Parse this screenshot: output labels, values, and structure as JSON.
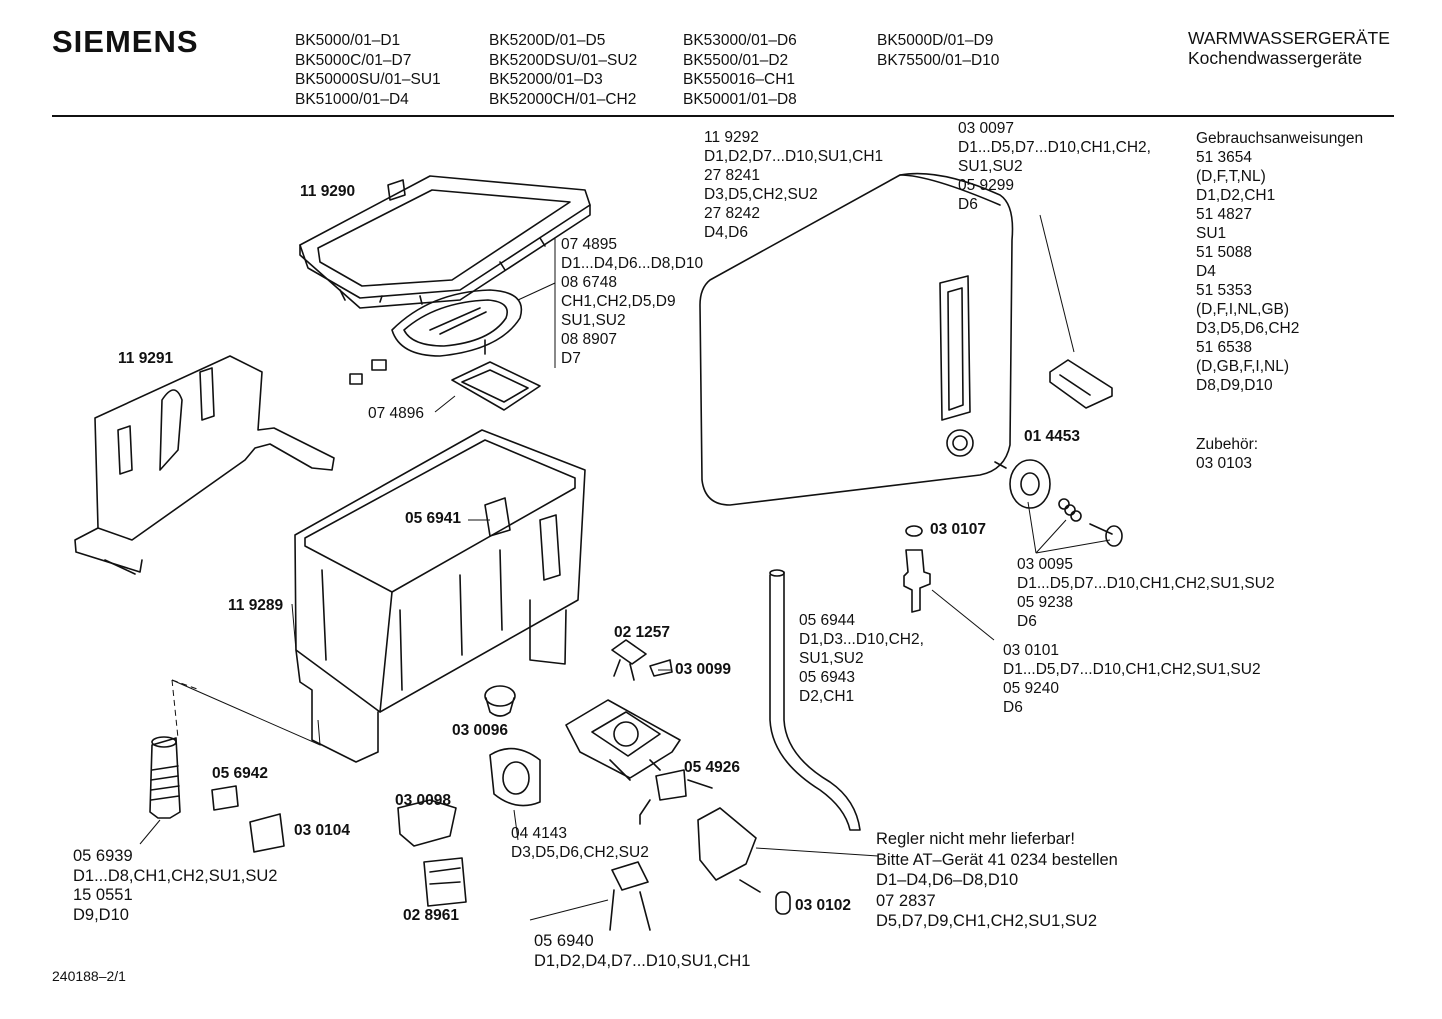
{
  "header": {
    "brand": "SIEMENS",
    "model_columns": [
      [
        "BK5000/01–D1",
        "BK5000C/01–D7",
        "BK50000SU/01–SU1",
        "BK51000/01–D4"
      ],
      [
        "BK5200D/01–D5",
        "BK5200DSU/01–SU2",
        "BK52000/01–D3",
        "BK52000CH/01–CH2"
      ],
      [
        "BK53000/01–D6",
        "BK5500/01–D2",
        "BK550016–CH1",
        "BK50001/01–D8"
      ],
      [
        "BK5000D/01–D9",
        "BK75500/01–D10"
      ]
    ],
    "title_line1": "WARMWASSERGERÄTE",
    "title_line2": "Kochendwassergeräte"
  },
  "part_numbers": {
    "p119290": "11 9290",
    "p119291": "11 9291",
    "p119289": "11 9289",
    "p056941": "05 6941",
    "p014453": "01 4453",
    "p030107": "03 0107",
    "p021257": "02 1257",
    "p030099": "03 0099",
    "p030096": "03 0096",
    "p054926": "05 4926",
    "p056942": "05 6942",
    "p030104": "03 0104",
    "p030098": "03 0098",
    "p028961": "02 8961",
    "p030102": "03 0102"
  },
  "callouts": {
    "c074895": [
      "07 4895",
      "D1...D4,D6...D8,D10",
      "08 6748",
      "CH1,CH2,D5,D9",
      "SU1,SU2",
      "08 8907",
      "D7"
    ],
    "c074896": "07 4896",
    "c119292": [
      "11 9292",
      "D1,D2,D7...D10,SU1,CH1",
      "27 8241",
      "D3,D5,CH2,SU2",
      "27 8242",
      "D4,D6"
    ],
    "c030097": [
      "03 0097",
      "D1...D5,D7...D10,CH1,CH2,",
      "SU1,SU2",
      "05 9299",
      "D6"
    ],
    "manuals": [
      "Gebrauchsanweisungen",
      "51 3654",
      "(D,F,T,NL)",
      "D1,D2,CH1",
      "51 4827",
      "SU1",
      "51 5088",
      "D4",
      "51 5353",
      "(D,F,I,NL,GB)",
      "D3,D5,D6,CH2",
      "51 6538",
      "(D,GB,F,I,NL)",
      "D8,D9,D10"
    ],
    "accessories": [
      "Zubehör:",
      "03 0103"
    ],
    "c030095": [
      "03 0095",
      "D1...D5,D7...D10,CH1,CH2,SU1,SU2",
      "05 9238",
      "D6"
    ],
    "c056944": [
      "05 6944",
      "D1,D3...D10,CH2,",
      "SU1,SU2",
      "05 6943",
      "D2,CH1"
    ],
    "c030101": [
      "03 0101",
      "D1...D5,D7...D10,CH1,CH2,SU1,SU2",
      "05 9240",
      "D6"
    ],
    "c044143": [
      "04 4143",
      "D3,D5,D6,CH2,SU2"
    ],
    "c056939": [
      "05 6939",
      "D1...D8,CH1,CH2,SU1,SU2",
      "15 0551",
      "D9,D10"
    ],
    "c056940": [
      "05 6940",
      "D1,D2,D4,D7...D10,SU1,CH1"
    ],
    "regler": [
      "Regler nicht mehr lieferbar!",
      "Bitte AT–Gerät 41 0234 bestellen",
      "D1–D4,D6–D8,D10",
      "07 2837",
      "D5,D7,D9,CH1,CH2,SU1,SU2"
    ]
  },
  "footer_code": "240188–2/1"
}
